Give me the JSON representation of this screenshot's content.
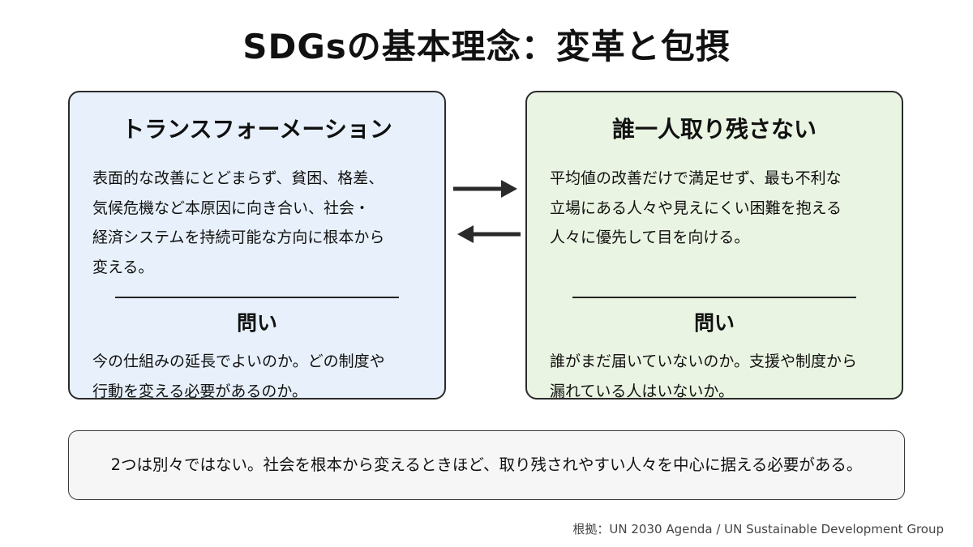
{
  "title": "SDGsの基本理念：変革と包摂",
  "colors": {
    "left_card_bg": "#e8f1fb",
    "right_card_bg": "#eaf4e2",
    "summary_bg": "#f6f6f6"
  },
  "left_card": {
    "title": "トランスフォーメーション",
    "body": "表面的な改善にとどまらず、貧困、格差、\n気候危機など本原因に向き合い、社会・\n経済システムを持続可能な方向に根本から\n変える。",
    "question_title": "問い",
    "question_body": "今の仕組みの延長でよいのか。どの制度や\n行動を変える必要があるのか。"
  },
  "right_card": {
    "title": "誰一人取り残さない",
    "body": "平均値の改善だけで満足せず、最も不利な\n立場にある人々や見えにくい困難を抱える\n人々に優先して目を向ける。",
    "question_title": "問い",
    "question_body": "誰がまだ届いていないのか。支援や制度から\n漏れている人はいないか。"
  },
  "arrows": {
    "top": "right-arrow-icon",
    "bottom": "left-arrow-icon"
  },
  "summary": "2つは別々ではない。社会を根本から変えるときほど、取り残されやすい人々を中心に据える必要がある。",
  "source": "根拠：UN 2030 Agenda / UN Sustainable Development Group"
}
